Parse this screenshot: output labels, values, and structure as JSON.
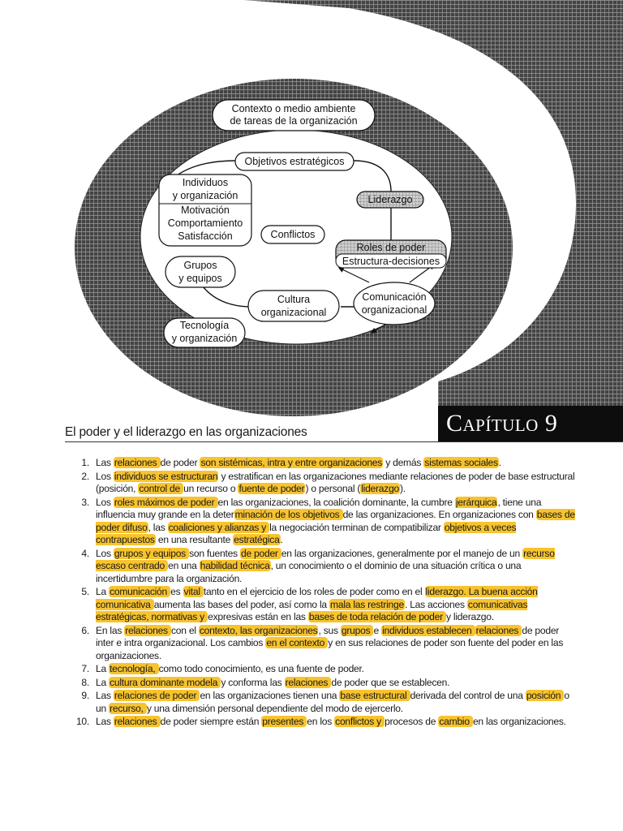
{
  "diagram": {
    "nodes": {
      "context": [
        "Contexto o medio ambiente",
        "de tareas de la organización"
      ],
      "objectives": [
        "Objetivos estratégicos"
      ],
      "individuals": [
        "Individuos",
        "y organización",
        "Motivación",
        "Comportamiento",
        "Satisfacción"
      ],
      "leadership": [
        "Liderazgo"
      ],
      "conflicts": [
        "Conflictos"
      ],
      "power_roles": [
        "Roles de poder",
        "Estructura-decisiones"
      ],
      "groups": [
        "Grupos",
        "y equipos"
      ],
      "culture": [
        "Cultura",
        "organizacional"
      ],
      "communication": [
        "Comunicación",
        "organizacional"
      ],
      "technology": [
        "Tecnología",
        "y organización"
      ]
    }
  },
  "page": {
    "section_title": "El poder y el liderazgo en las organizaciones",
    "chapter": {
      "word": "Capítulo",
      "number": "9"
    }
  },
  "points": [
    {
      "n": "1.",
      "segs": [
        {
          "t": "Las "
        },
        {
          "t": "relaciones ",
          "h": true
        },
        {
          "t": "de poder "
        },
        {
          "t": "son sistémicas, intra y entre organizaciones",
          "h": true
        },
        {
          "t": " y demás "
        },
        {
          "t": "sistemas sociales",
          "h": true
        },
        {
          "t": "."
        }
      ]
    },
    {
      "n": "2.",
      "segs": [
        {
          "t": "Los "
        },
        {
          "t": "individuos se estructuran",
          "h": true
        },
        {
          "t": " y estratifican en las organizaciones mediante relaciones de poder de base estructural (posición, "
        },
        {
          "t": "control de ",
          "h": true
        },
        {
          "t": "un recurso o "
        },
        {
          "t": "fuente de poder",
          "h": true
        },
        {
          "t": ") o personal ("
        },
        {
          "t": "liderazgo",
          "h": true
        },
        {
          "t": ")."
        }
      ]
    },
    {
      "n": "3.",
      "segs": [
        {
          "t": "Los "
        },
        {
          "t": "roles máximos de poder ",
          "h": true
        },
        {
          "t": "en las organizaciones, la coalición dominante, la cumbre "
        },
        {
          "t": "jerárquica",
          "h": true
        },
        {
          "t": ", tiene una influencia muy grande en la deter"
        },
        {
          "t": "minación de los objetivos ",
          "h": true
        },
        {
          "t": "de las organizaciones. En organizaciones con "
        },
        {
          "t": "bases de poder difuso",
          "h": true
        },
        {
          "t": ", las "
        },
        {
          "t": "coaliciones y alianzas y ",
          "h": true
        },
        {
          "t": "la negociación terminan de compatibilizar "
        },
        {
          "t": "objetivos a veces contrapuestos",
          "h": true
        },
        {
          "t": " en una resultante "
        },
        {
          "t": "estratégica",
          "h": true
        },
        {
          "t": "."
        }
      ]
    },
    {
      "n": "4.",
      "segs": [
        {
          "t": "Los "
        },
        {
          "t": "grupos y equipos ",
          "h": true
        },
        {
          "t": "son fuentes "
        },
        {
          "t": "de poder ",
          "h": true
        },
        {
          "t": "en las organizaciones, generalmente por el manejo de un "
        },
        {
          "t": "recurso escaso centrado ",
          "h": true
        },
        {
          "t": "en una "
        },
        {
          "t": "habilidad técnica",
          "h": true
        },
        {
          "t": ", un conocimiento o el dominio de una situación crítica o una incertidumbre para la organización."
        }
      ]
    },
    {
      "n": "5.",
      "segs": [
        {
          "t": "La "
        },
        {
          "t": "comunicación ",
          "h": true
        },
        {
          "t": "es "
        },
        {
          "t": "vital ",
          "h": true
        },
        {
          "t": "tanto en el ejercicio de los roles de poder como en el "
        },
        {
          "t": "liderazgo. La buena acción comunicativa ",
          "h": true
        },
        {
          "t": "aumenta las bases del poder, así como la "
        },
        {
          "t": "mala las restringe",
          "h": true
        },
        {
          "t": ". Las acciones "
        },
        {
          "t": "comunicativas estratégicas, normativas y ",
          "h": true
        },
        {
          "t": "expresivas están en las "
        },
        {
          "t": "bases de toda relación de poder ",
          "h": true
        },
        {
          "t": "y liderazgo."
        }
      ]
    },
    {
      "n": "6.",
      "segs": [
        {
          "t": "En las "
        },
        {
          "t": "relaciones ",
          "h": true
        },
        {
          "t": "con el "
        },
        {
          "t": "contexto, las organizaciones",
          "h": true
        },
        {
          "t": ", sus "
        },
        {
          "t": "grupos ",
          "h": true
        },
        {
          "t": "e "
        },
        {
          "t": "individuos establecen ",
          "h": true
        },
        {
          "t": "relaciones ",
          "h": true
        },
        {
          "t": "de poder inter e intra organizacional. Los cambios "
        },
        {
          "t": "en el contexto ",
          "h": true
        },
        {
          "t": "y en sus relaciones de poder son fuente del poder en las organizaciones."
        }
      ]
    },
    {
      "n": "7.",
      "segs": [
        {
          "t": "La "
        },
        {
          "t": "tecnología, ",
          "h": true
        },
        {
          "t": "como todo conocimiento, es una fuente de poder."
        }
      ]
    },
    {
      "n": "8.",
      "segs": [
        {
          "t": "La "
        },
        {
          "t": "cultura dominante modela ",
          "h": true
        },
        {
          "t": "y conforma las "
        },
        {
          "t": "relaciones ",
          "h": true
        },
        {
          "t": "de poder que se establecen."
        }
      ]
    },
    {
      "n": "9.",
      "segs": [
        {
          "t": "Las "
        },
        {
          "t": "relaciones de poder ",
          "h": true
        },
        {
          "t": "en las organizaciones tienen una "
        },
        {
          "t": "base estructural ",
          "h": true
        },
        {
          "t": "derivada del control de una "
        },
        {
          "t": "posición ",
          "h": true
        },
        {
          "t": "o un "
        },
        {
          "t": "recurso, ",
          "h": true
        },
        {
          "t": "y una dimensión personal dependiente del modo de ejercerlo."
        }
      ]
    },
    {
      "n": "10.",
      "segs": [
        {
          "t": "Las "
        },
        {
          "t": "relaciones ",
          "h": true
        },
        {
          "t": "de poder siempre están "
        },
        {
          "t": "presentes ",
          "h": true
        },
        {
          "t": "en los "
        },
        {
          "t": "conflictos y ",
          "h": true
        },
        {
          "t": "procesos de "
        },
        {
          "t": "cambio ",
          "h": true
        },
        {
          "t": "en las organizaciones."
        }
      ]
    }
  ],
  "colors": {
    "highlight": "#f7c32e",
    "pattern_dark": "#3a3a3a",
    "chapter_bg": "#0d0d0d"
  }
}
